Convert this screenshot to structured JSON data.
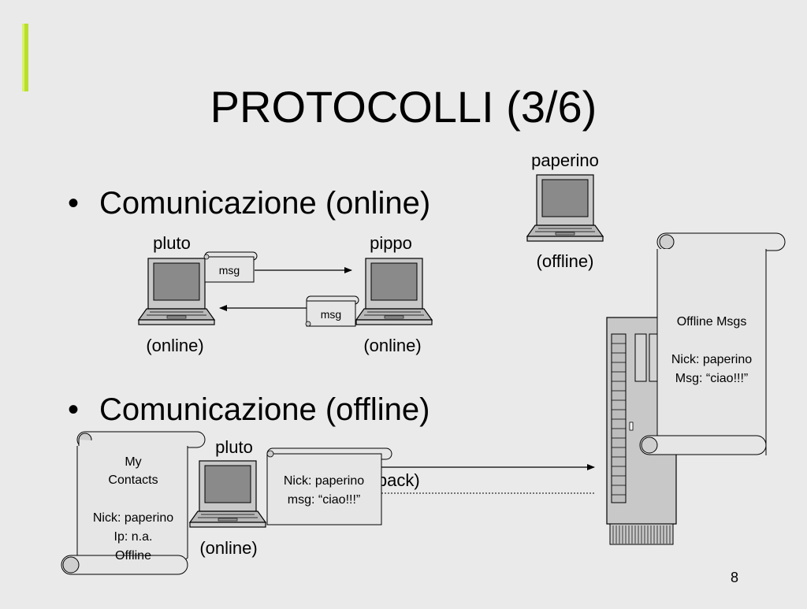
{
  "slide": {
    "title": "PROTOCOLLI (3/6)",
    "page_number": "8",
    "accent_color": "#b8e02a"
  },
  "bullets": [
    "Comunicazione (online)",
    "Comunicazione (offline)"
  ],
  "online_section": {
    "sender": {
      "name": "pluto",
      "status": "(online)"
    },
    "receiver": {
      "name": "pippo",
      "status": "(online)"
    },
    "message_forward": "msg",
    "message_back": "msg"
  },
  "offline_user": {
    "name": "paperino",
    "status": "(offline)"
  },
  "offline_section": {
    "client": {
      "name": "pluto",
      "status": "(online)"
    },
    "contacts_scroll": {
      "title_line1": "My",
      "title_line2": "Contacts",
      "nick": "Nick: paperino",
      "ip": "Ip: n.a.",
      "state": "Offline"
    },
    "message_scroll": {
      "nick": "Nick: paperino",
      "msg": "msg: “ciao!!!”"
    },
    "hidden_label_fragment": "lback)",
    "server_scroll": {
      "title": "Offline Msgs",
      "nick": "Nick: paperino",
      "msg": "Msg: “ciao!!!”"
    }
  }
}
